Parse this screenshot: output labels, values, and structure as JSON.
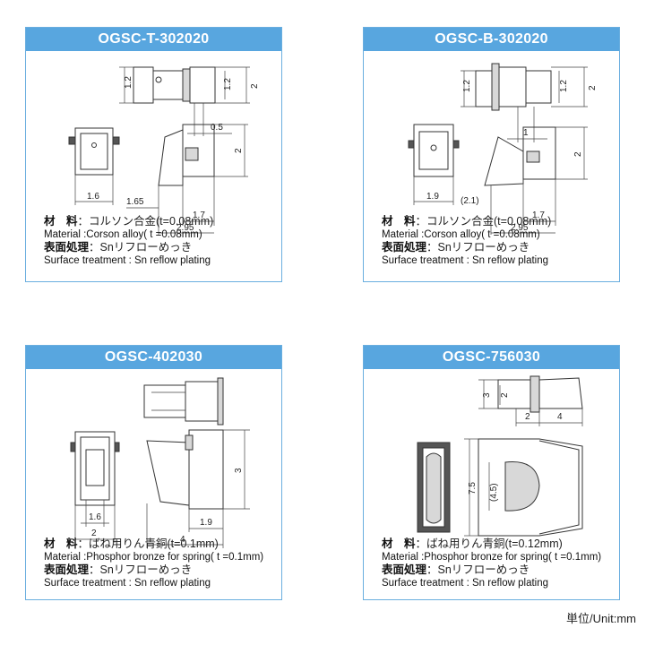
{
  "cards": [
    {
      "title": "OGSC-T-302020",
      "dims": [
        "1.2",
        "1.2",
        "2",
        "0.5",
        "2",
        "1.6",
        "1.65",
        "1.7",
        "2.95"
      ],
      "material_jp_label": "材　料",
      "material_jp_value": "：コルソン合金(t=0.08mm)",
      "material_en": "Material :Corson alloy( t =0.08mm)",
      "surface_jp_label": "表面処理",
      "surface_jp_value": "：Snリフローめっき",
      "surface_en": "Surface treatment : Sn reflow plating"
    },
    {
      "title": "OGSC-B-302020",
      "dims": [
        "1.2",
        "1.2",
        "2",
        "1",
        "2",
        "1.9",
        "(2.1)",
        "1.7",
        "2.95"
      ],
      "material_jp_label": "材　料",
      "material_jp_value": "：コルソン合金(t=0.08mm)",
      "material_en": "Material :Corson alloy( t =0.08mm)",
      "surface_jp_label": "表面処理",
      "surface_jp_value": "：Snリフローめっき",
      "surface_en": "Surface treatment : Sn reflow plating"
    },
    {
      "title": "OGSC-402030",
      "dims": [
        "3",
        "1.9",
        "1.6",
        "2",
        "4"
      ],
      "material_jp_label": "材　料",
      "material_jp_value": "：ばね用りん青銅(t=0.1mm)",
      "material_en": "Material :Phosphor bronze for spring( t =0.1mm)",
      "surface_jp_label": "表面処理",
      "surface_jp_value": "：Snリフローめっき",
      "surface_en": "Surface treatment : Sn reflow plating"
    },
    {
      "title": "OGSC-756030",
      "dims": [
        "3",
        "2",
        "2",
        "4",
        "7.5",
        "(4.5)"
      ],
      "material_jp_label": "材　料",
      "material_jp_value": "：ばね用りん青銅(t=0.12mm)",
      "material_en": "Material :Phosphor bronze for spring( t =0.1mm)",
      "surface_jp_label": "表面処理",
      "surface_jp_value": "：Snリフローめっき",
      "surface_en": "Surface treatment : Sn reflow plating"
    }
  ],
  "unit_note": "単位/Unit:mm"
}
